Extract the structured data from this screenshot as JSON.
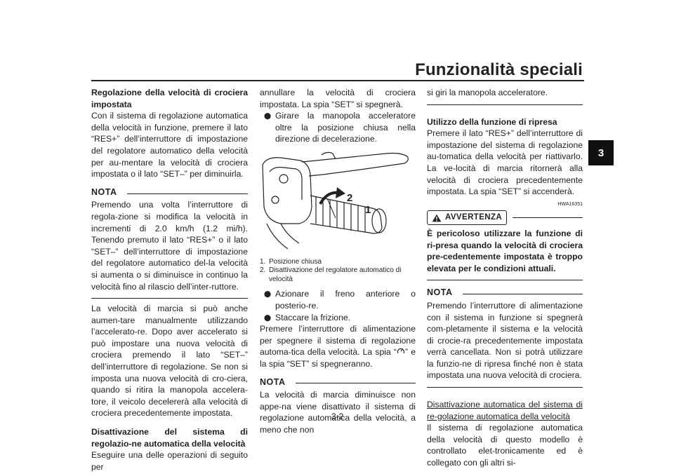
{
  "header": {
    "title": "Funzionalità speciali",
    "chapter": "3"
  },
  "page_number": "3-2",
  "col1": {
    "heading": "Regolazione della velocità di crociera impostata",
    "p1": "Con il sistema di regolazione automatica della velocità in funzione, premere il lato “RES+” dell’interruttore di impostazione del regolatore automatico della velocità per au-mentare la velocità di crociera impostata o il lato “SET–” per diminuirla.",
    "nota_label": "NOTA",
    "nota_text": "Premendo una volta l’interruttore di regola-zione si modifica la velocità in incrementi di 2.0 km/h (1.2 mi/h). Tenendo premuto il lato “RES+” o il lato “SET–” dell’interruttore di impostazione del regolatore automatico del-la velocità si aumenta o si diminuisce in continuo la velocità fino al rilascio dell’inter-ruttore.",
    "p2": "La velocità di marcia si può anche aumen-tare manualmente utilizzando l’accelerato-re. Dopo aver accelerato si può impostare una nuova velocità di crociera premendo il lato “SET–” dell’interruttore di regolazione. Se non si imposta una nuova velocità di cro-ciera, quando si ritira la manopola accelera-tore, il veicolo decelererà alla velocità di crociera precedentemente impostata.",
    "heading2": "Disattivazione del sistema di regolazio-ne automatica della velocità",
    "p3": "Eseguire una delle operazioni di seguito per"
  },
  "col2": {
    "p1": "annullare la velocità di crociera impostata. La spia “SET” si spegnerà.",
    "bullet1": "Girare la manopola acceleratore oltre la posizione chiusa nella direzione di decelerazione.",
    "figure_labels": {
      "one": "1",
      "two": "2"
    },
    "caption1_num": "1.",
    "caption1": "Posizione chiusa",
    "caption2_num": "2.",
    "caption2": "Disattivazione del regolatore automatico di velocità",
    "bullet2": "Azionare il freno anteriore o posterio-re.",
    "bullet3": "Staccare la frizione.",
    "p2_a": "Premere l’interruttore di alimentazione per spegnere il sistema di regolazione automa-tica della velocità. La spia “",
    "p2_b": "” e la spia “SET” si spegneranno.",
    "nota_label": "NOTA",
    "nota_text": "La velocità di marcia diminuisce non appe-na viene disattivato il sistema di regolazione automatica della velocità, a meno che non"
  },
  "col3": {
    "p1": "si giri la manopola acceleratore.",
    "heading": "Utilizzo della funzione di ripresa",
    "p2": "Premere il lato “RES+” dell’interruttore di impostazione del sistema di regolazione au-tomatica della velocità per riattivarlo. La ve-locità di marcia ritornerà alla velocità di crociera precedentemente impostata. La spia “SET” si accenderà.",
    "code": "HWA16351",
    "warning_label": "AVVERTENZA",
    "warning_text": "È pericoloso utilizzare la funzione di ri-presa quando la velocità di crociera pre-cedentemente impostata è troppo elevata per le condizioni attuali.",
    "nota_label": "NOTA",
    "nota_text": "Premendo l’interruttore di alimentazione con il sistema in funzione si spegnerà com-pletamente il sistema e la velocità di crocie-ra precedentemente impostata verrà cancellata. Non si potrà utilizzare la funzio-ne di ripresa finché non è stata impostata una nuova velocità di crociera.",
    "heading2": "Disattivazione automatica del sistema di re-golazione automatica della velocità",
    "p3": "Il sistema di regolazione automatica della velocità di questo modello è controllato elet-tronicamente ed è collegato con gli altri si-"
  }
}
